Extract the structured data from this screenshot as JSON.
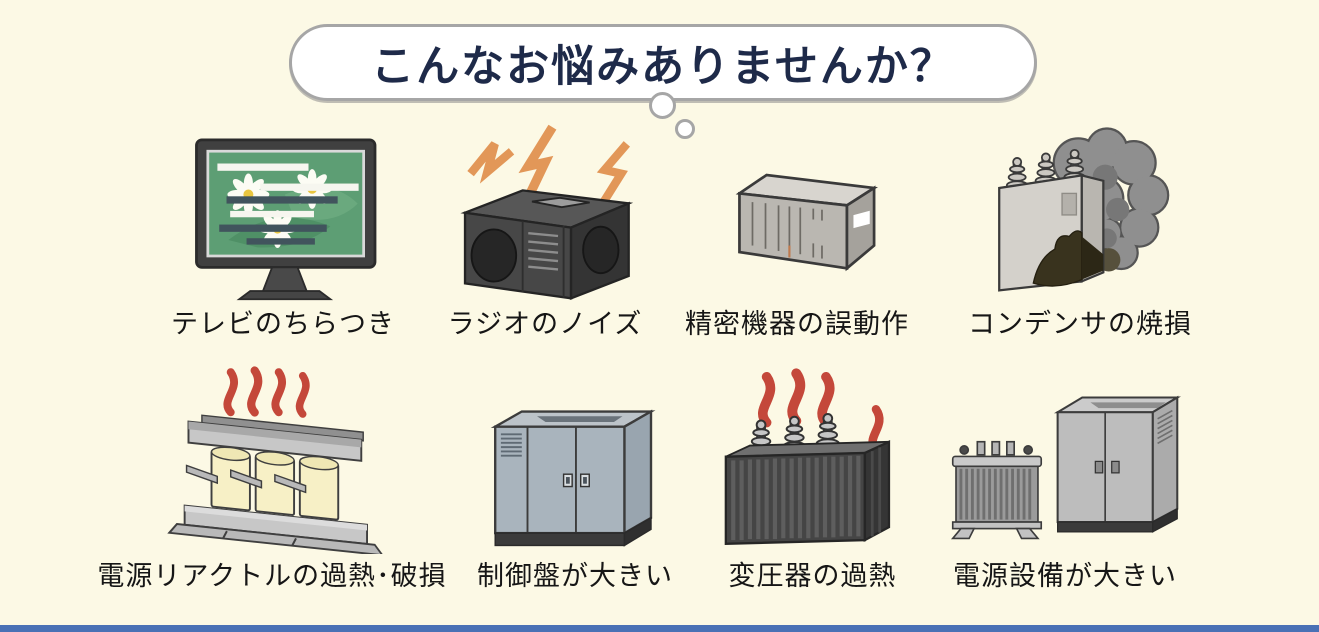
{
  "bubble": {
    "title": "こんなお悩みありませんか？",
    "fill": "#FFFFFF",
    "border_color": "#A6A6A6",
    "text_color": "#1E2A49"
  },
  "items": [
    {
      "id": "tv-flicker",
      "label": "テレビのちらつき",
      "icon": "tv-flicker-icon"
    },
    {
      "id": "radio-noise",
      "label": "ラジオのノイズ",
      "icon": "radio-noise-icon"
    },
    {
      "id": "precision-malfunction",
      "label": "精密機器の誤動作",
      "icon": "precision-equipment-icon"
    },
    {
      "id": "capacitor-burnout",
      "label": "コンデンサの焼損",
      "icon": "burnt-capacitor-icon"
    },
    {
      "id": "reactor-overheat",
      "label": "電源リアクトルの過熱･破損",
      "icon": "overheating-reactor-icon"
    },
    {
      "id": "control-panel-size",
      "label": "制御盤が大きい",
      "icon": "control-panel-icon"
    },
    {
      "id": "transformer-overheat",
      "label": "変圧器の過熱",
      "icon": "overheating-transformer-icon"
    },
    {
      "id": "power-equipment-size",
      "label": "電源設備が大きい",
      "icon": "power-equipment-icon"
    }
  ],
  "colors": {
    "background": "#FCF9E5",
    "title_navy": "#1E2A49",
    "bubble_border": "#A6A6A6",
    "heat_red": "#C4483A",
    "noise_orange": "#E29758",
    "bottom_bar_blue": "#4A71B5"
  }
}
